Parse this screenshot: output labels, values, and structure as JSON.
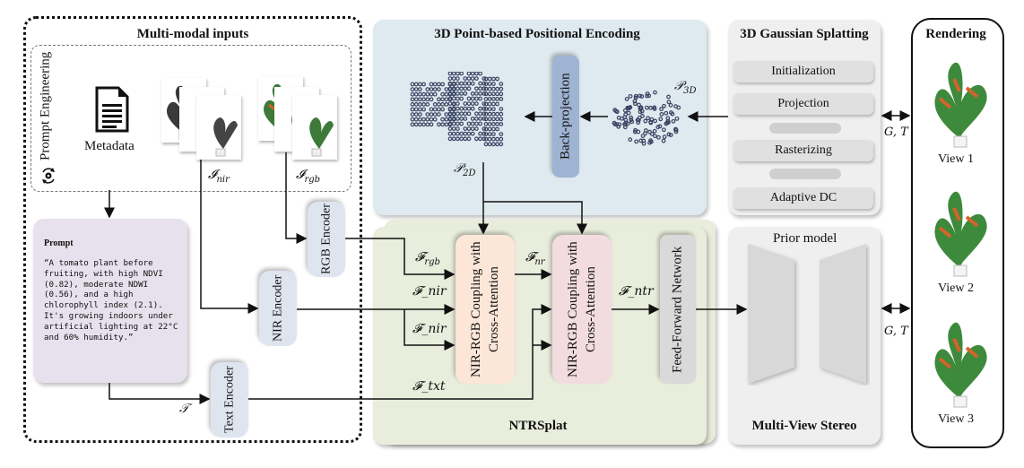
{
  "multimodal": {
    "title": "Multi-modal inputs",
    "prompt_engineering_label": "Prompt Engineering",
    "metadata_label": "Metadata",
    "nir_symbol": "𝓘",
    "nir_sub": "nir",
    "rgb_symbol": "𝓘",
    "rgb_sub": "rgb",
    "prompt": {
      "heading": "Prompt",
      "text": "“A tomato plant before fruiting, with high NDVI (0.82), moderate NDWI (0.56), and a high chlorophyll index (2.1). It's growing indoors under artificial lighting at 22°C and 60% humidity.”"
    },
    "text_symbol": "𝒯",
    "encoders": {
      "rgb": "RGB Encoder",
      "nir": "NIR Encoder",
      "text": "Text Encoder"
    }
  },
  "positional": {
    "title": "3D Point-based Positional Encoding",
    "back_projection": "Back-projection",
    "p3d_symbol": "𝒫",
    "p3d_sub": "3D",
    "p2d_symbol": "𝒫",
    "p2d_sub": "2D"
  },
  "ntrsplat": {
    "title": "NTRSplat",
    "coupling1": "NIR-RGB Coupling with Cross-Attention",
    "coupling2": "NIR-RGB Coupling with Cross-Attention",
    "ffn": "Feed-Forward Network",
    "labels": {
      "f_rgb_symbol": "𝓕",
      "f_rgb_sub": "rgb",
      "f_nir1": "𝓕_nir",
      "f_nir2": "𝓕_nir",
      "f_txt": "𝓕_txt",
      "f_nr_symbol": "𝓕",
      "f_nr_sub": "nr",
      "f_ntr": "𝓕_ntr"
    }
  },
  "gaussian": {
    "title": "3D Gaussian Splatting",
    "steps": [
      "Initialization",
      "Projection",
      "Rasterizing",
      "Adaptive DC"
    ]
  },
  "mvs": {
    "prior_label": "Prior model",
    "title": "Multi-View Stereo"
  },
  "gt_label_top": "G, T",
  "gt_label_bottom": "G, T",
  "rendering": {
    "title": "Rendering",
    "views": [
      "View 1",
      "View 2",
      "View 3"
    ]
  },
  "colors": {
    "positional_bg": "#dfeaf0",
    "ntrsplat_bg": "#e8eddc",
    "coupling1_bg": "#fbe6d8",
    "coupling2_bg": "#f2dcdf",
    "ffn_bg": "#d9d9d9",
    "backproj_bg": "#9fb3d3",
    "prompt_bg": "#e6e1ec",
    "encoder_bg": "#dfe5ef",
    "gray_panel_bg": "#efefef",
    "point_color": "#3a4563"
  }
}
